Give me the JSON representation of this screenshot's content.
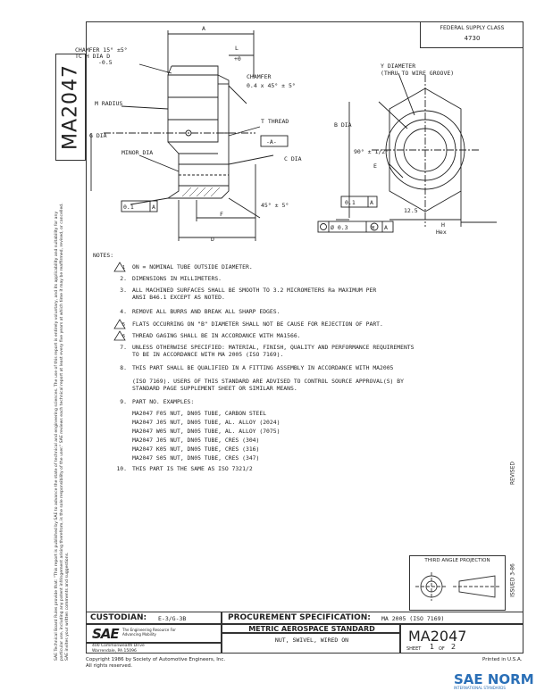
{
  "document": {
    "number": "MA2047",
    "federal_supply_class_label": "FEDERAL SUPPLY CLASS",
    "federal_supply_class_value": "4730",
    "legal_text": "SAE Technical Board Rules provide that: \"This report is published by SAE to advance the state of technical and engineering sciences. The use of this report is entirely voluntary, and its applicability and suitability for any particular use, including any patent infringement arising therefrom, is the sole responsibility of the user.\" SAE reviews each technical report at least every five years at which time it may be reaffirmed, revised, or cancelled. SAE invites your written comments and suggestions."
  },
  "drawing": {
    "labels": {
      "A": "A",
      "chamfer1": "CHAMFER 15° ±5°",
      "tcd": "TC H DIA D",
      "tcd_tol": "-0.5",
      "L": "L",
      "L_tol": "+0",
      "chamfer2": "CHAMFER",
      "chamfer2_val": "0.4 x 45° ± 5°",
      "m_radius": "M RADIUS",
      "t_thread": "T THREAD",
      "datum_a": "-A-",
      "g_dia": "G DIA",
      "minor_dia": "MINOR DIA",
      "c_dia": "C DIA",
      "frame1_val": "0.1",
      "frame1_ref": "A",
      "angle1": "45° ± 5°",
      "F": "F",
      "D": "D",
      "y_diameter": "Y DIAMETER",
      "y_sub": "(THRU TO WIRE GROOVE)",
      "b_dia": "B DIA",
      "angle2": "90° ± 1/2°",
      "E": "E",
      "frame2_val": "0.1",
      "frame2_ref": "A",
      "val_125": "12.5",
      "H": "H",
      "hex": "Hex",
      "frame3_val": "Ø 0.3",
      "frame3_m": "M",
      "frame3_ref": "A"
    }
  },
  "notes": {
    "heading": "NOTES:",
    "items": [
      {
        "num": "1",
        "triangle": true,
        "text": "ON = NOMINAL TUBE OUTSIDE DIAMETER."
      },
      {
        "num": "2.",
        "triangle": false,
        "text": "DIMENSIONS IN MILLIMETERS."
      },
      {
        "num": "3.",
        "triangle": false,
        "text": "ALL MACHINED SURFACES SHALL BE SMOOTH TO 3.2 MICROMETERS Ra MAXIMUM PER\nANSI B46.1 EXCEPT AS NOTED."
      },
      {
        "num": "4.",
        "triangle": false,
        "text": "REMOVE ALL BURRS AND BREAK ALL SHARP EDGES."
      },
      {
        "num": "5",
        "triangle": true,
        "text": "FLATS OCCURRING ON \"B\" DIAMETER SHALL NOT BE CAUSE FOR REJECTION OF PART."
      },
      {
        "num": "6",
        "triangle": true,
        "text": "THREAD GAGING SHALL BE IN ACCORDANCE WITH MA1566."
      },
      {
        "num": "7.",
        "triangle": false,
        "text": "UNLESS OTHERWISE SPECIFIED: MATERIAL, FINISH, QUALITY AND PERFORMANCE REQUIREMENTS\nTO BE IN ACCORDANCE WITH MA 2005 (ISO 7169)."
      },
      {
        "num": "8.",
        "triangle": false,
        "text": "THIS PART SHALL BE QUALIFIED IN A FITTING ASSEMBLY IN ACCORDANCE WITH MA2005\n\n(ISO 7169). USERS OF THIS STANDARD ARE ADVISED TO CONTROL SOURCE APPROVAL(S) BY\nSTANDARD PAGE SUPPLEMENT SHEET OR SIMILAR MEANS."
      },
      {
        "num": "9.",
        "triangle": false,
        "text": "PART NO. EXAMPLES:"
      },
      {
        "num": "10.",
        "triangle": false,
        "text": "THIS PART IS THE SAME AS ISO 7321/2"
      }
    ],
    "part_examples": [
      "MA2047 F05 NUT, DN05 TUBE, CARBON STEEL",
      "MA2047 J05 NUT, DN05 TUBE, AL. ALLOY (2024)",
      "MA2047 W05 NUT, DN05 TUBE, AL. ALLOY (7075)",
      "MA2047 J05 NUT, DN05 TUBE, CRES (304)",
      "MA2047 K05 NUT, DN05 TUBE, CRES (316)",
      "MA2047 S05 NUT, DN05 TUBE, CRES (347)"
    ]
  },
  "side": {
    "revised": "REVISED",
    "issued": "ISSUED 3-86"
  },
  "projection": {
    "title": "THIRD ANGLE PROJECTION"
  },
  "title_block": {
    "custodian_label": "CUSTODIAN:",
    "custodian_value": "E-3/G-3B",
    "procurement_label": "PROCUREMENT SPECIFICATION:",
    "procurement_value": "MA 2005 (ISO 7169)",
    "logo": "SAE",
    "logo_tagline": "The Engineering Resource For Advancing Mobility",
    "standard_title": "METRIC AEROSPACE STANDARD",
    "part_title": "NUT, SWIVEL, WIRED ON",
    "address1": "400 Commonwealth Drive",
    "address2": "Warrendale, PA 15096",
    "doc_number": "MA2047",
    "sheet_label": "SHEET",
    "sheet_num": "1",
    "of_label": "OF",
    "sheet_total": "2",
    "copyright": "Copyright 1986 by Society of Automotive Engineers, Inc.",
    "rights": "All rights reserved.",
    "printed": "Printed in U.S.A."
  },
  "watermark": {
    "text": "SAE NORM",
    "sub": "INTERNATIONAL STANDARDS"
  }
}
